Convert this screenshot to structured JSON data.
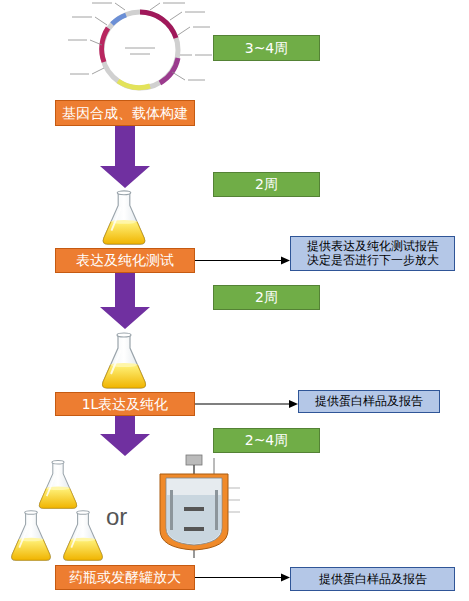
{
  "diagram": {
    "nodes": [
      {
        "text": [
          "3~4周"
        ]
      },
      {
        "text": [
          "基因合成、载体构建"
        ]
      },
      {
        "text": [
          "2周"
        ]
      },
      {
        "text": [
          "提供表达及纯化测试报告 决定是否进行下一步放大"
        ]
      },
      {
        "text": [
          "表达及纯化测试"
        ]
      },
      {
        "text": [
          "2周"
        ]
      },
      {
        "text": [
          "提供蛋白样品及报告"
        ]
      },
      {
        "text": [
          "1L表达及纯化"
        ]
      },
      {
        "text": [
          "2~4周"
        ]
      },
      {
        "text": [
          "药瓶或发酵罐放大"
        ]
      },
      {
        "text": [
          "提供蛋白样品及报告"
        ]
      }
    ],
    "edges": [
      {
        "from": 1,
        "to": 4,
        "arrow": "to"
      },
      {
        "from": 4,
        "to": 7,
        "arrow": "to"
      },
      {
        "from": 7,
        "to": 9,
        "arrow": "to"
      },
      {
        "from": 4,
        "to": 3,
        "arrow": "to"
      },
      {
        "from": 7,
        "to": 6,
        "arrow": "to"
      },
      {
        "from": 9,
        "to": 10,
        "arrow": "to"
      }
    ],
    "labels": [
      "or"
    ]
  }
}
